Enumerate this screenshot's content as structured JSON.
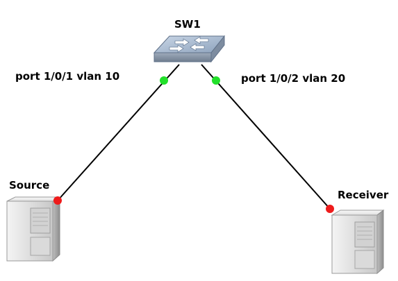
{
  "switch": {
    "name": "SW1"
  },
  "hosts": {
    "source": {
      "name": "Source"
    },
    "receiver": {
      "name": "Receiver"
    }
  },
  "links": [
    {
      "label": "port 1/0/1 vlan 10",
      "switch_port_status": "up",
      "host_end_status": "down"
    },
    {
      "label": "port 1/0/2 vlan 20",
      "switch_port_status": "up",
      "host_end_status": "down"
    }
  ],
  "colors": {
    "port_up": "#22e02a",
    "port_down": "#ee1b1b",
    "link": "#000000"
  },
  "icons": {
    "switch": "network-switch-icon",
    "host": "server-tower-icon"
  }
}
